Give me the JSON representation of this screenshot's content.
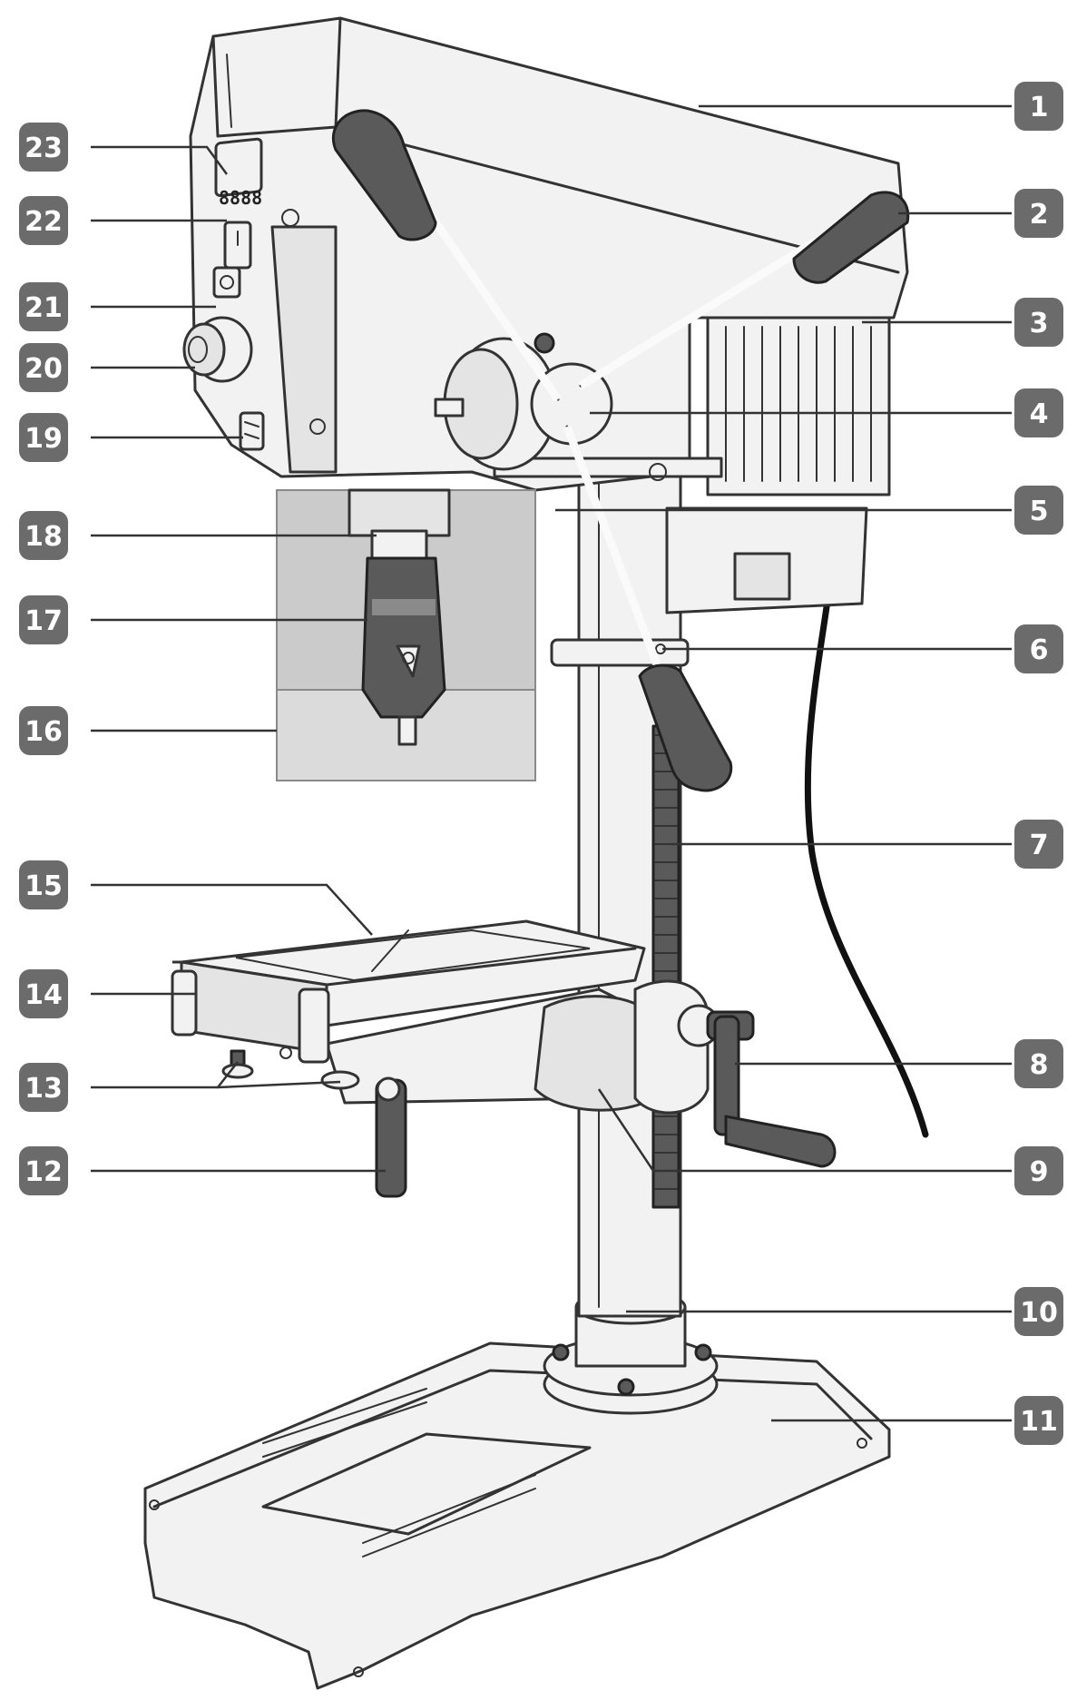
{
  "diagram": {
    "display_readout": "8888",
    "callouts": [
      {
        "number": "1"
      },
      {
        "number": "2"
      },
      {
        "number": "3"
      },
      {
        "number": "4"
      },
      {
        "number": "5"
      },
      {
        "number": "6"
      },
      {
        "number": "7"
      },
      {
        "number": "8"
      },
      {
        "number": "9"
      },
      {
        "number": "10"
      },
      {
        "number": "11"
      },
      {
        "number": "12"
      },
      {
        "number": "13"
      },
      {
        "number": "14"
      },
      {
        "number": "15"
      },
      {
        "number": "16"
      },
      {
        "number": "17"
      },
      {
        "number": "18"
      },
      {
        "number": "19"
      },
      {
        "number": "20"
      },
      {
        "number": "21"
      },
      {
        "number": "22"
      },
      {
        "number": "23"
      }
    ]
  },
  "colors": {
    "badge": "#6b6b6b",
    "handle": "#5a5a5a",
    "outline": "#333333",
    "guard": "#bdbdbd"
  },
  "icons": [
    "drill-press-illustration",
    "speed-display",
    "on-off-switch",
    "emergency-stop-knob"
  ]
}
